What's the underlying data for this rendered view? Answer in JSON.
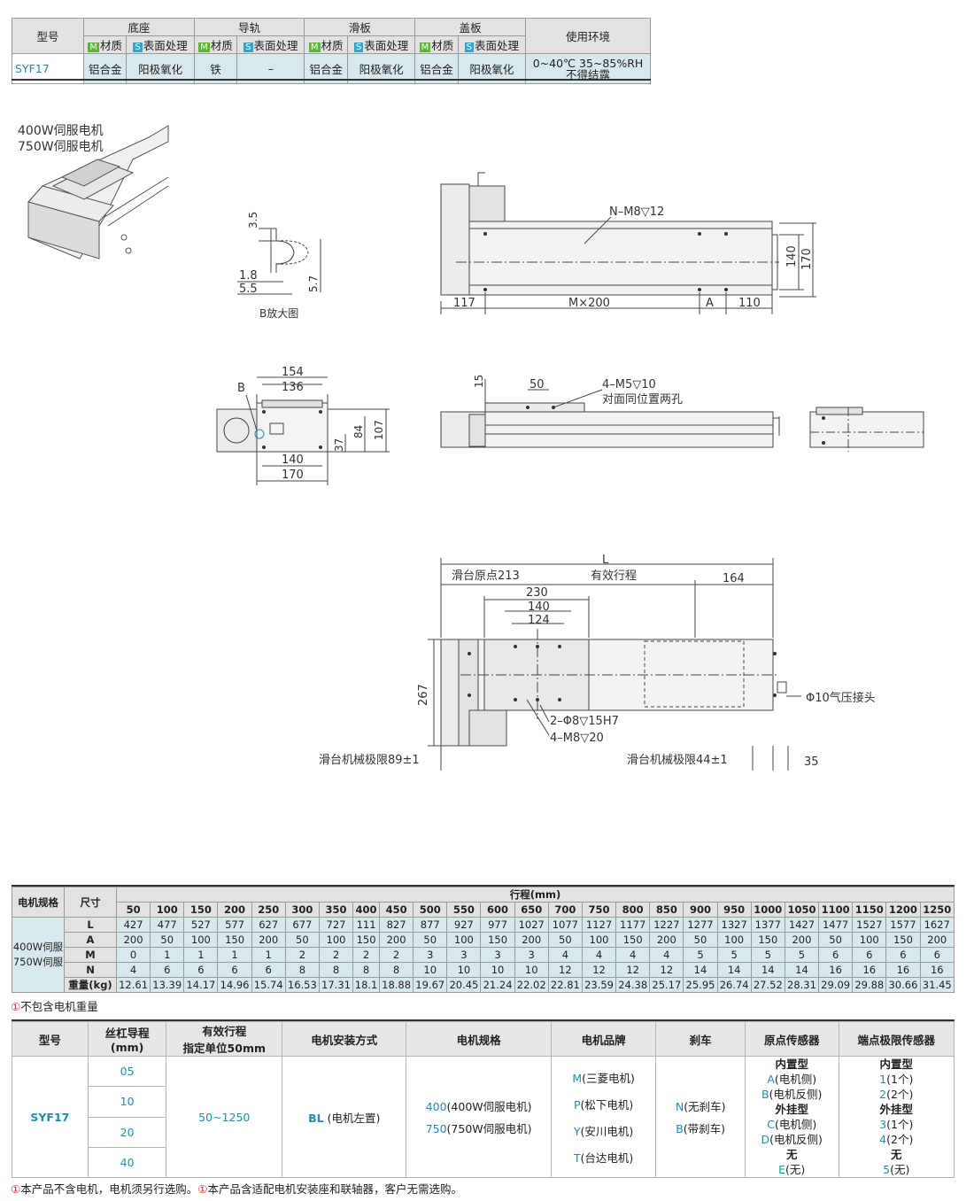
{
  "material_table": {
    "headers": [
      "型号",
      "底座",
      "导轨",
      "滑板",
      "盖板",
      "使用环境"
    ],
    "sub_m": "材质",
    "sub_s": "表面处理",
    "tag_m": "M",
    "tag_s": "S",
    "row": {
      "model": "SYF17",
      "cells": [
        "铝合金",
        "阳极氧化",
        "铁",
        "–",
        "铝合金",
        "阳极氧化",
        "铝合金",
        "阳极氧化"
      ],
      "env_line1": "0~40℃  35~85%RH",
      "env_line2": "不得结露"
    }
  },
  "product_label": {
    "line1": "400W伺服电机",
    "line2": "750W伺服电机"
  },
  "drawing_labels": {
    "b_detail_title": "B放大图",
    "d35": "3.5",
    "d18": "1.8",
    "d55": "5.5",
    "d57": "5.7",
    "top_holes": "N–M8▽12",
    "d117": "117",
    "dM200": "M×200",
    "dA": "A",
    "d110": "110",
    "d140v": "140",
    "d170v": "170",
    "d154": "154",
    "d136": "136",
    "dB": "B",
    "d140b": "140",
    "d170b": "170",
    "d37": "37",
    "d84": "84",
    "d107": "107",
    "d15": "15",
    "d50": "50",
    "side_holes": "4–M5▽10",
    "side_holes_note": "对面同位置两孔",
    "dL": "L",
    "origin": "滑台原点213",
    "effective": "有效行程",
    "d164": "164",
    "d230": "230",
    "d140c": "140",
    "d124": "124",
    "d267": "267",
    "pin_holes": "2–Φ8▽15H7",
    "tap_holes": "4–M8▽20",
    "air": "Φ10气压接头",
    "limit_left": "滑台机械极限89±1",
    "limit_right": "滑台机械极限44±1",
    "d35b": "35"
  },
  "stroke_table": {
    "h_motor": "电机规格",
    "h_dim": "尺寸",
    "h_stroke": "行程(mm)",
    "motor": "400W伺服 750W伺服",
    "strokes": [
      "50",
      "100",
      "150",
      "200",
      "250",
      "300",
      "350",
      "400",
      "450",
      "500",
      "550",
      "600",
      "650",
      "700",
      "750",
      "800",
      "850",
      "900",
      "950",
      "1000",
      "1050",
      "1100",
      "1150",
      "1200",
      "1250"
    ],
    "rows": [
      {
        "label": "L",
        "values": [
          "427",
          "477",
          "527",
          "577",
          "627",
          "677",
          "727",
          "111",
          "827",
          "877",
          "927",
          "977",
          "1027",
          "1077",
          "1127",
          "1177",
          "1227",
          "1277",
          "1327",
          "1377",
          "1427",
          "1477",
          "1527",
          "1577",
          "1627"
        ]
      },
      {
        "label": "A",
        "values": [
          "200",
          "50",
          "100",
          "150",
          "200",
          "50",
          "100",
          "150",
          "200",
          "50",
          "100",
          "150",
          "200",
          "50",
          "100",
          "150",
          "200",
          "50",
          "100",
          "150",
          "200",
          "50",
          "100",
          "150",
          "200"
        ]
      },
      {
        "label": "M",
        "values": [
          "0",
          "1",
          "1",
          "1",
          "1",
          "2",
          "2",
          "2",
          "2",
          "3",
          "3",
          "3",
          "3",
          "4",
          "4",
          "4",
          "4",
          "5",
          "5",
          "5",
          "5",
          "6",
          "6",
          "6",
          "6"
        ]
      },
      {
        "label": "N",
        "values": [
          "4",
          "6",
          "6",
          "6",
          "6",
          "8",
          "8",
          "8",
          "8",
          "10",
          "10",
          "10",
          "10",
          "12",
          "12",
          "12",
          "12",
          "14",
          "14",
          "14",
          "14",
          "16",
          "16",
          "16",
          "16"
        ]
      },
      {
        "label": "重量(kg)",
        "values": [
          "12.61",
          "13.39",
          "14.17",
          "14.96",
          "15.74",
          "16.53",
          "17.31",
          "18.1",
          "18.88",
          "19.67",
          "20.45",
          "21.24",
          "22.02",
          "22.81",
          "23.59",
          "24.38",
          "25.17",
          "25.95",
          "26.74",
          "27.52",
          "28.31",
          "29.09",
          "29.88",
          "30.66",
          "31.45"
        ]
      }
    ],
    "note": "不包含电机重量"
  },
  "selection_table": {
    "headers": [
      "型号",
      "丝杠导程\n(mm)",
      "有效行程\n指定单位50mm",
      "电机安装方式",
      "电机规格",
      "电机品牌",
      "刹车",
      "原点传感器",
      "端点极限传感器"
    ],
    "model": "SYF17",
    "leads": [
      "05",
      "10",
      "20",
      "40"
    ],
    "stroke": "50~1250",
    "mount_code": "BL",
    "mount_text": " (电机左置)",
    "specs": [
      {
        "code": "400",
        "text": "(400W伺服电机)"
      },
      {
        "code": "750",
        "text": "(750W伺服电机)"
      }
    ],
    "brands": [
      {
        "code": "M",
        "text": "(三菱电机)"
      },
      {
        "code": "P",
        "text": "(松下电机)"
      },
      {
        "code": "Y",
        "text": "(安川电机)"
      },
      {
        "code": "T",
        "text": "(台达电机)"
      }
    ],
    "brakes": [
      {
        "code": "N",
        "text": "(无刹车)"
      },
      {
        "code": "B",
        "text": "(带刹车)"
      }
    ],
    "origin_sensor": [
      {
        "type": "head",
        "text": "内置型"
      },
      {
        "code": "A",
        "text": "(电机侧)"
      },
      {
        "code": "B",
        "text": "(电机反侧)"
      },
      {
        "type": "head",
        "text": "外挂型"
      },
      {
        "code": "C",
        "text": "(电机侧)"
      },
      {
        "code": "D",
        "text": "(电机反侧)"
      },
      {
        "type": "head",
        "text": "无"
      },
      {
        "code": "E",
        "text": "(无)"
      }
    ],
    "limit_sensor": [
      {
        "type": "head",
        "text": "内置型"
      },
      {
        "code": "1",
        "text": "(1个)"
      },
      {
        "code": "2",
        "text": "(2个)"
      },
      {
        "type": "head",
        "text": "外挂型"
      },
      {
        "code": "3",
        "text": "(1个)"
      },
      {
        "code": "4",
        "text": "(2个)"
      },
      {
        "type": "head",
        "text": "无"
      },
      {
        "code": "5",
        "text": "(无)"
      }
    ],
    "note_mark": "①",
    "note1": "本产品不含电机，电机须另行选购。",
    "note2": "本产品含适配电机安装座和联轴器，客户无需选购。"
  },
  "colors": {
    "accent": "#1f8fb0",
    "table_blue": "#d8e9ee",
    "header_gray": "#e2e2e2",
    "tag_green": "#5ab533",
    "tag_blue": "#35a4c8",
    "note_red": "#d8262a"
  }
}
